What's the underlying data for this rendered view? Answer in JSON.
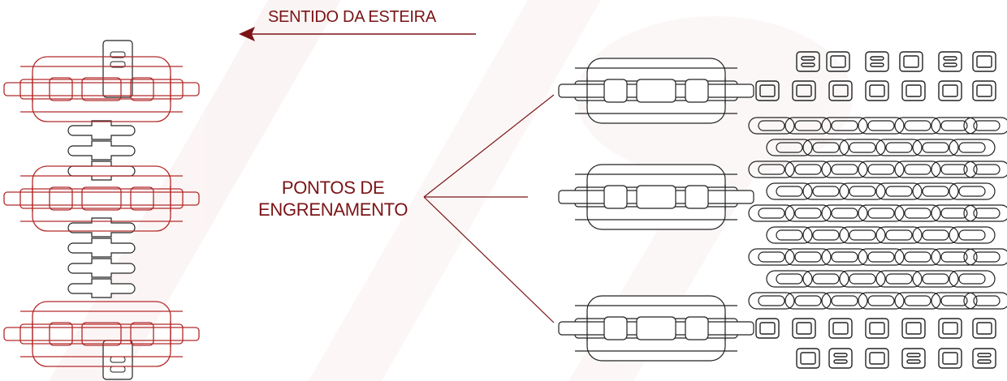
{
  "labels": {
    "direction": "SENTIDO DA ESTEIRA",
    "meshing_line1": "PONTOS DE",
    "meshing_line2": "ENGRENAMENTO"
  },
  "colors": {
    "accent": "#7a1416",
    "sprocket_red": "#b22a2a",
    "outline": "#222222",
    "watermark": "#f8e8e8"
  }
}
